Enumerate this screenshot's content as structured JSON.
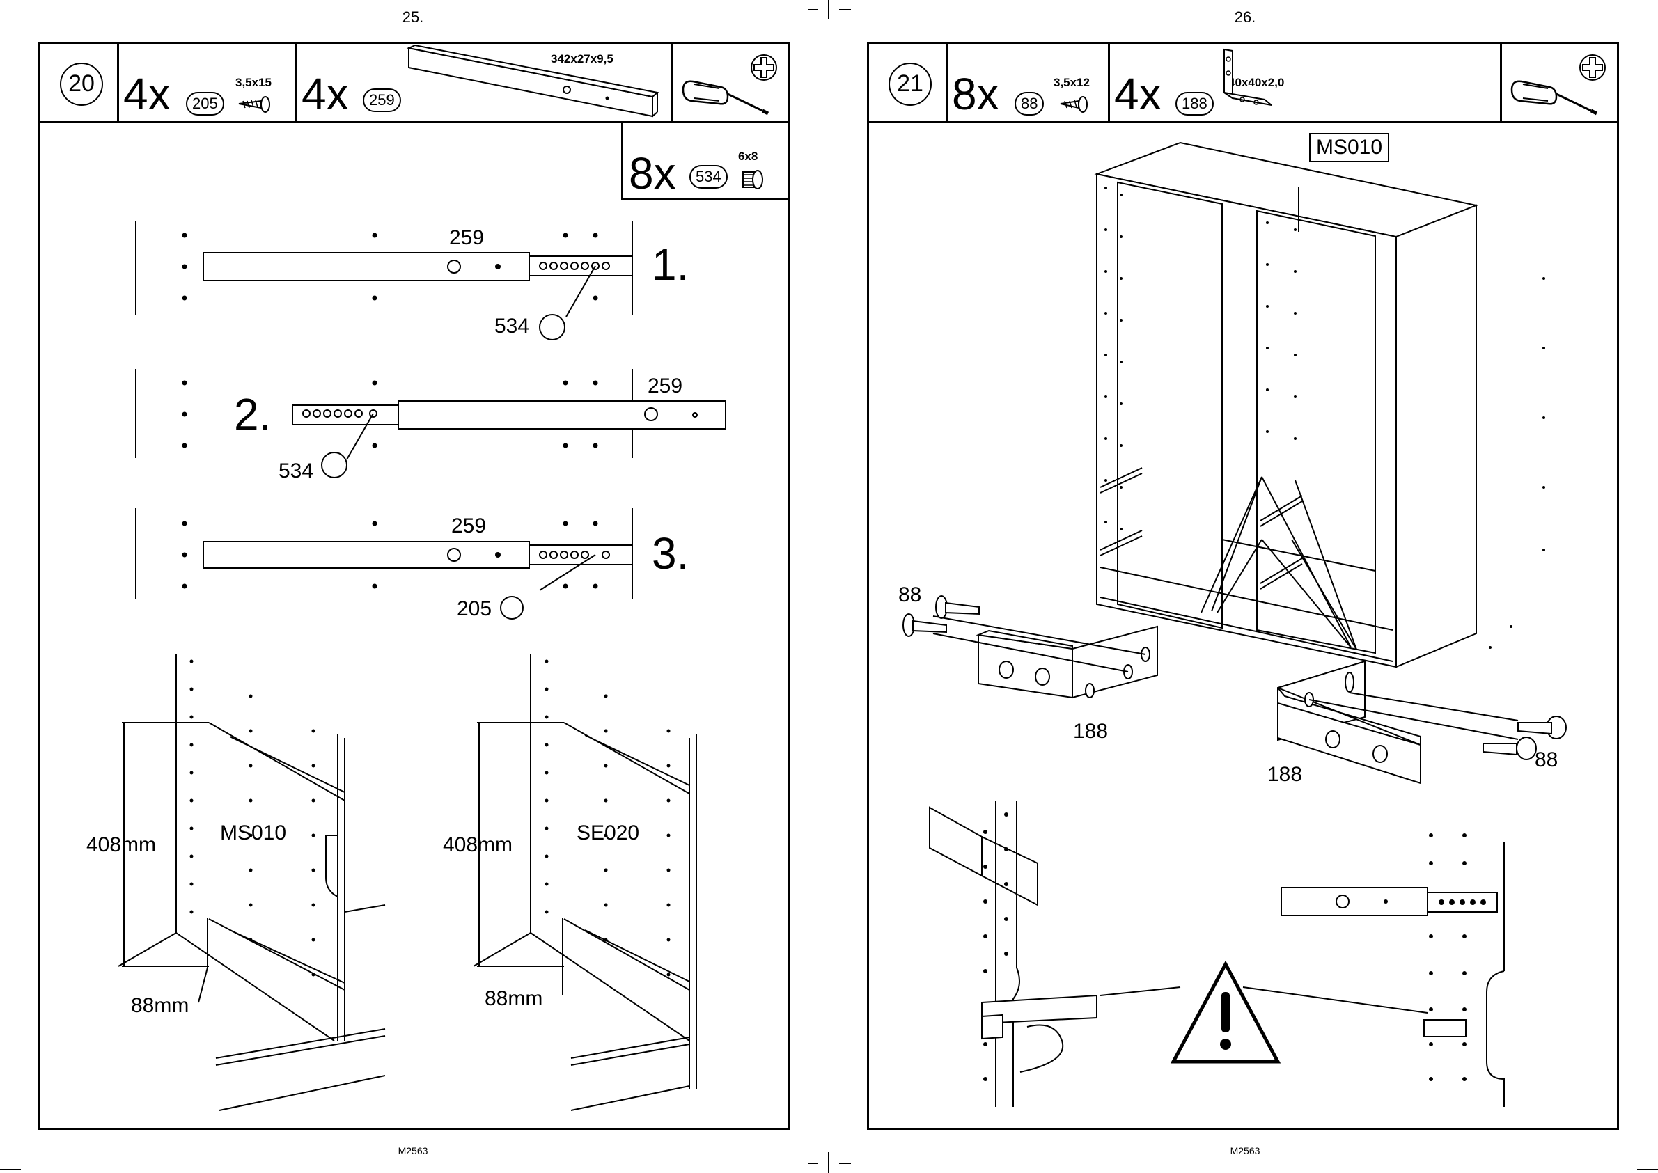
{
  "left_page": {
    "page_number": "25.",
    "footer_code": "M2563",
    "header": {
      "step": "20",
      "screws": {
        "qty": "4x",
        "part": "205",
        "size": "3,5x15"
      },
      "rail": {
        "qty": "4x",
        "part": "259",
        "dims": "342x27x9,5"
      },
      "tool": "phillips-screwdriver"
    },
    "extra_part": {
      "qty": "8x",
      "part": "534",
      "size": "6x8"
    },
    "substeps": [
      {
        "num": "1.",
        "rail_label": "259",
        "screw_label": "534"
      },
      {
        "num": "2.",
        "rail_label": "259",
        "screw_label": "534"
      },
      {
        "num": "3.",
        "rail_label": "259",
        "screw_label": "205"
      }
    ],
    "panels": [
      {
        "name": "MS010",
        "height": "408mm",
        "offset": "88mm"
      },
      {
        "name": "SE020",
        "height": "408mm",
        "offset": "88mm"
      }
    ]
  },
  "right_page": {
    "page_number": "26.",
    "footer_code": "M2563",
    "header": {
      "step": "21",
      "screws": {
        "qty": "8x",
        "part": "88",
        "size": "3,5x12"
      },
      "bracket": {
        "qty": "4x",
        "part": "188",
        "dims": "40x40x2,0"
      },
      "tool": "phillips-screwdriver"
    },
    "cabinet_label": "MS010",
    "labels": {
      "screw_left": "88",
      "bracket_left": "188",
      "bracket_right": "188",
      "screw_right": "88"
    },
    "warning_icon": "warning-triangle"
  }
}
